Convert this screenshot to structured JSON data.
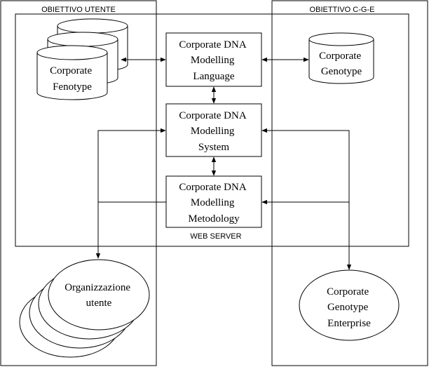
{
  "diagram": {
    "region_labels": {
      "left": "OBIETTIVO UTENTE",
      "right": "OBIETTIVO C-G-E",
      "server": "WEB SERVER"
    },
    "nodes": {
      "fenotype": {
        "lines": [
          "Corporate",
          "Fenotype"
        ]
      },
      "language": {
        "lines": [
          "Corporate DNA",
          "Modelling",
          "Language"
        ]
      },
      "genotype": {
        "lines": [
          "Corporate",
          "Genotype"
        ]
      },
      "system": {
        "lines": [
          "Corporate DNA",
          "Modelling",
          "System"
        ]
      },
      "metodology": {
        "lines": [
          "Corporate DNA",
          "Modelling",
          "Metodology"
        ]
      },
      "organizzazione": {
        "lines": [
          "Organizzazione",
          "utente"
        ]
      },
      "enterprise": {
        "lines": [
          "Corporate",
          "Genotype",
          "Enterprise"
        ]
      }
    }
  }
}
